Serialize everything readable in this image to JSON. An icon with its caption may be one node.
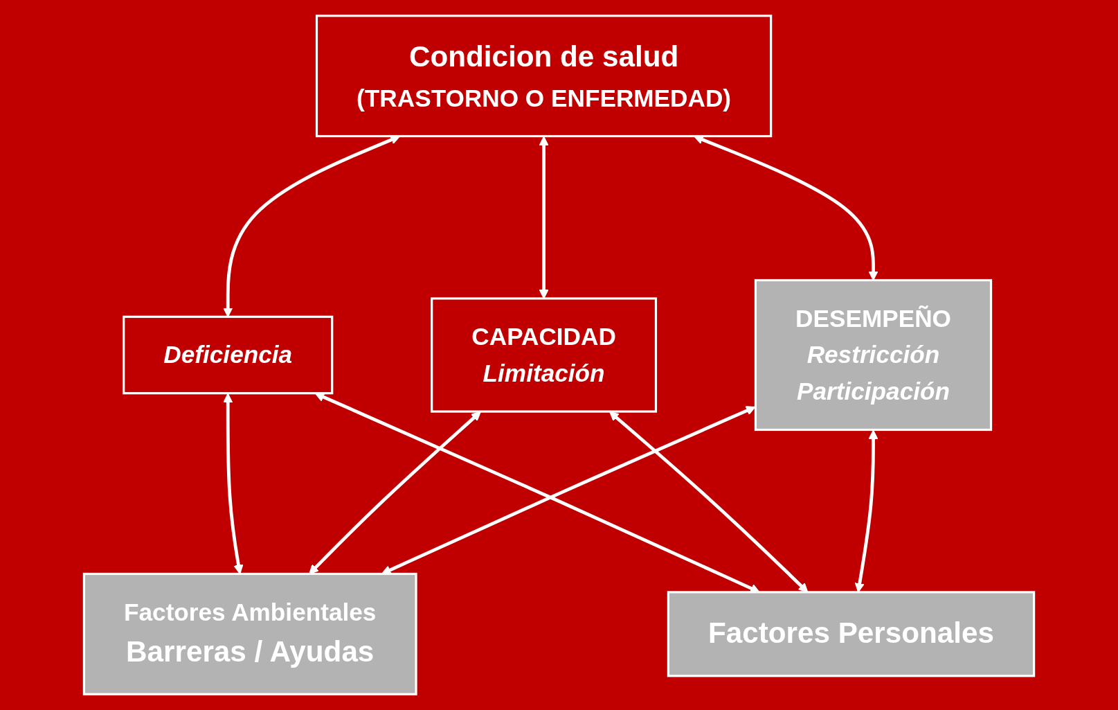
{
  "diagram": {
    "nodes": [
      {
        "text": [
          "Condicion de salud",
          "(TRASTORNO O ENFERMEDAD)"
        ]
      },
      {
        "text": [
          "Deficiencia"
        ]
      },
      {
        "text": [
          "CAPACIDAD",
          "Limitación"
        ]
      },
      {
        "text": [
          "DESEMPEÑO",
          "Restricción",
          "Participación"
        ]
      },
      {
        "text": [
          "Factores Ambientales",
          "Barreras / Ayudas"
        ]
      },
      {
        "text": [
          "Factores Personales"
        ]
      }
    ],
    "edges": [
      {
        "from": 0,
        "to": 1,
        "arrow": "both"
      },
      {
        "from": 0,
        "to": 2,
        "arrow": "both"
      },
      {
        "from": 0,
        "to": 3,
        "arrow": "both"
      },
      {
        "from": 4,
        "to": 1,
        "arrow": "both"
      },
      {
        "from": 4,
        "to": 2,
        "arrow": "both"
      },
      {
        "from": 4,
        "to": 3,
        "arrow": "both"
      },
      {
        "from": 5,
        "to": 1,
        "arrow": "both"
      },
      {
        "from": 5,
        "to": 2,
        "arrow": "both"
      },
      {
        "from": 5,
        "to": 3,
        "arrow": "both"
      }
    ]
  }
}
